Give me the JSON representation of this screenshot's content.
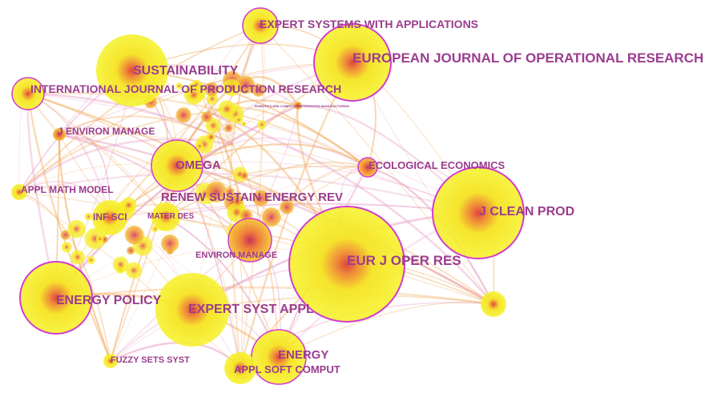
{
  "colors": {
    "background": "#ffffff",
    "node_fill": "#f6f226",
    "node_center": "#e0453b",
    "ring": "#d33ad0",
    "edge_warm": "#f2a95a",
    "edge_pink": "#e7a3c8",
    "label": "#9a3d8e"
  },
  "journals": [
    {
      "id": "ejor_full",
      "label": "EUROPEAN JOURNAL OF OPERATIONAL RESEARCH"
    },
    {
      "id": "eswa_full",
      "label": "EXPERT SYSTEMS WITH APPLICATIONS"
    },
    {
      "id": "sustain",
      "label": "SUSTAINABILITY"
    },
    {
      "id": "ijpr",
      "label": "INTERNATIONAL JOURNAL OF PRODUCTION RESEARCH"
    },
    {
      "id": "jenv",
      "label": "J ENVIRON MANAGE"
    },
    {
      "id": "omega",
      "label": "OMEGA"
    },
    {
      "id": "ecoecon",
      "label": "ECOLOGICAL ECONOMICS"
    },
    {
      "id": "applmath",
      "label": "APPL MATH MODEL"
    },
    {
      "id": "rser",
      "label": "RENEW SUSTAIN ENERGY REV"
    },
    {
      "id": "jclean",
      "label": "J CLEAN PROD"
    },
    {
      "id": "infsci",
      "label": "INF SCI"
    },
    {
      "id": "materdes",
      "label": "MATER DES"
    },
    {
      "id": "envman",
      "label": "ENVIRON MANAGE"
    },
    {
      "id": "ejor",
      "label": "EUR J OPER RES"
    },
    {
      "id": "enpol",
      "label": "ENERGY POLICY"
    },
    {
      "id": "eswa",
      "label": "EXPERT SYST APPL"
    },
    {
      "id": "energy",
      "label": "ENERGY"
    },
    {
      "id": "fuzzy",
      "label": "FUZZY SETS SYST"
    },
    {
      "id": "asoc",
      "label": "APPL SOFT COMPUT"
    },
    {
      "id": "rcim",
      "label": "ROBOTICS AND COMPUTER-INTEGRATED MANUFACTURING"
    }
  ]
}
